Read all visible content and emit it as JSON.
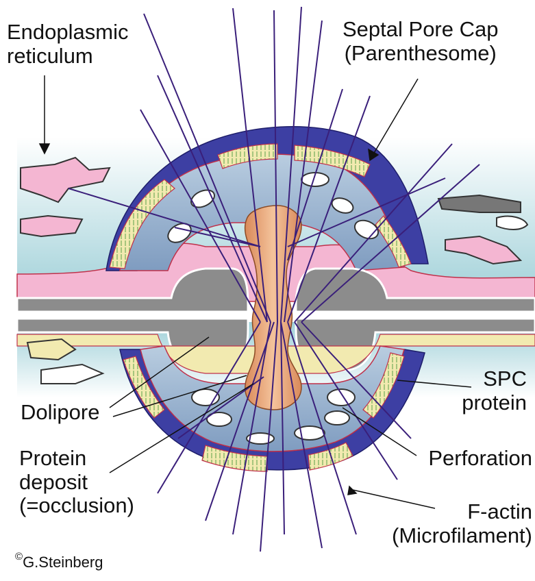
{
  "labels": {
    "endoplasmic_reticulum": [
      "Endoplasmic",
      "reticulum"
    ],
    "septal_pore_cap": [
      "Septal Pore Cap",
      "(Parenthesome)"
    ],
    "dolipore": "Dolipore",
    "protein_deposit": [
      "Protein",
      "deposit",
      "(=occlusion)"
    ],
    "spc_protein": [
      "SPC",
      "protein"
    ],
    "perforation": "Perforation",
    "f_actin": [
      "F-actin",
      "(Microfilament)"
    ]
  },
  "copyright": {
    "symbol": "©",
    "author": "G.Steinberg"
  },
  "colors": {
    "cap_blue": "#3d3fa3",
    "pore_blue": "#9fb6d0",
    "plug_orange": "#e6a77a",
    "cell_wall_gray": "#8c8c8c",
    "er_pink": "#f4b6d2",
    "spc_yellow": "#f2eab0",
    "actin_purple": "#3a1f7a",
    "cytoplasm_teal": "#cfe9ea"
  }
}
